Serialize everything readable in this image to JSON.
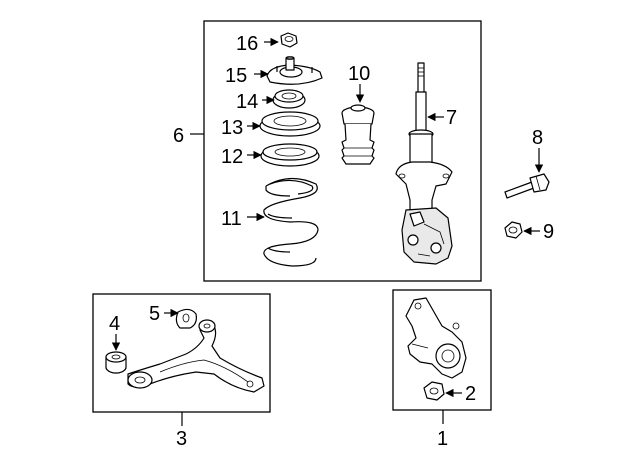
{
  "callouts": {
    "n1": "1",
    "n2": "2",
    "n3": "3",
    "n4": "4",
    "n5": "5",
    "n6": "6",
    "n7": "7",
    "n8": "8",
    "n9": "9",
    "n10": "10",
    "n11": "11",
    "n12": "12",
    "n13": "13",
    "n14": "14",
    "n15": "15",
    "n16": "16"
  }
}
